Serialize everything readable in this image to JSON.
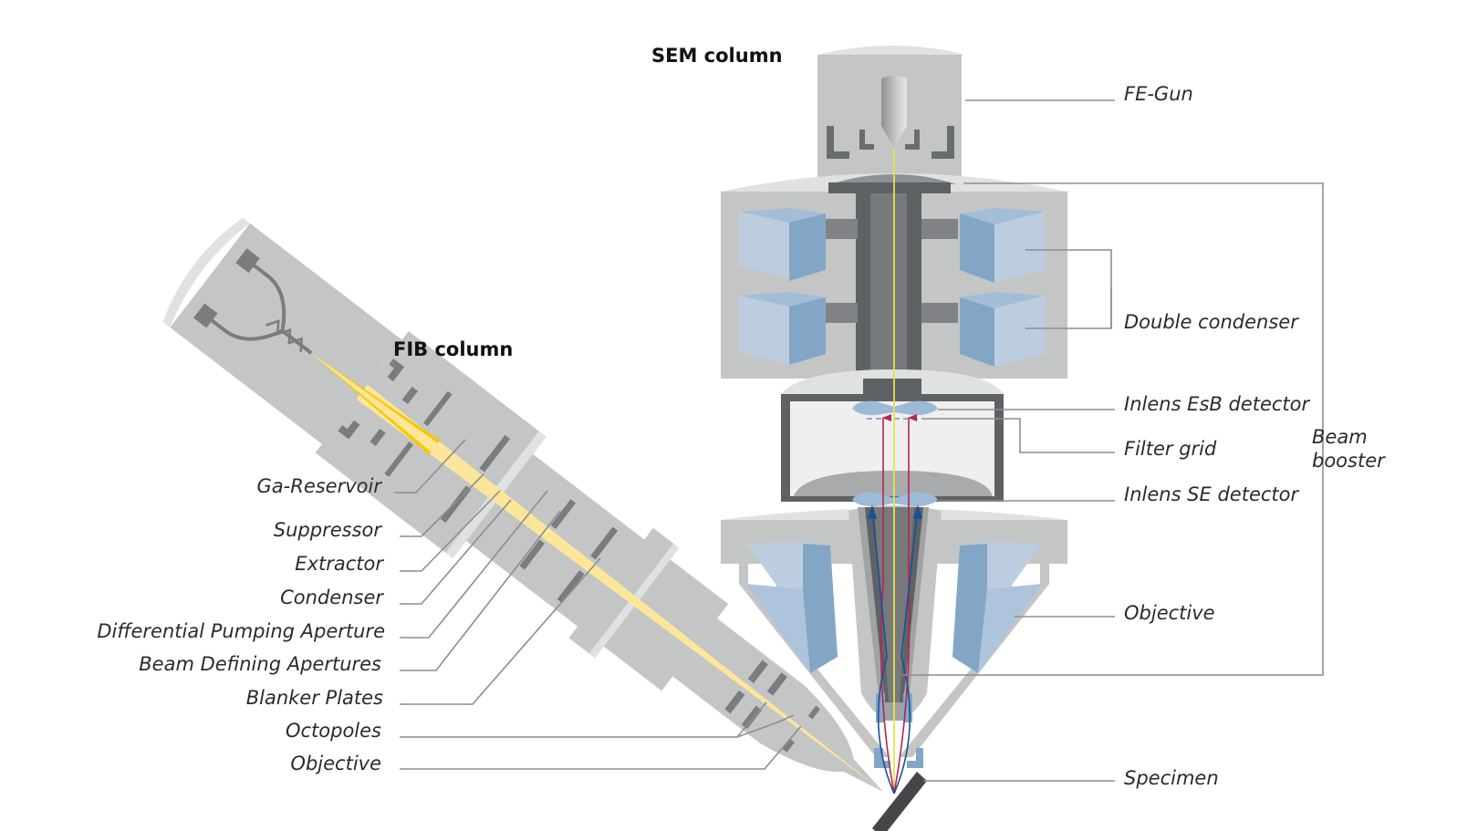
{
  "sem": {
    "title": "SEM column",
    "labels": {
      "fe_gun": "FE-Gun",
      "double_condenser": "Double condenser",
      "inlens_esb": "Inlens EsB detector",
      "filter_grid": "Filter grid",
      "inlens_se": "Inlens SE detector",
      "objective": "Objective",
      "specimen": "Specimen",
      "beam_booster_line1": "Beam",
      "beam_booster_line2": "booster"
    }
  },
  "fib": {
    "title": "FIB column",
    "labels": [
      "Ga-Reservoir",
      "Suppressor",
      "Extractor",
      "Condenser",
      "Differential Pumping Aperture",
      "Beam Defining Apertures",
      "Blanker Plates",
      "Octopoles",
      "Objective"
    ]
  },
  "colors": {
    "housing": "#c4c6c5",
    "housing_light": "#e0e2e1",
    "housing_dark": "#5f6264",
    "liner": "#77797b",
    "lens_light": "#bccde0",
    "lens_dark": "#83a6c6",
    "electron_beam": "#e6e44a",
    "ion_beam": "#fde69a",
    "ion_beam_bright": "#f6c800",
    "backscatter": "#b8244f",
    "secondary": "#1c4f99",
    "specimen": "#444648",
    "leader": "#8c8e90"
  }
}
